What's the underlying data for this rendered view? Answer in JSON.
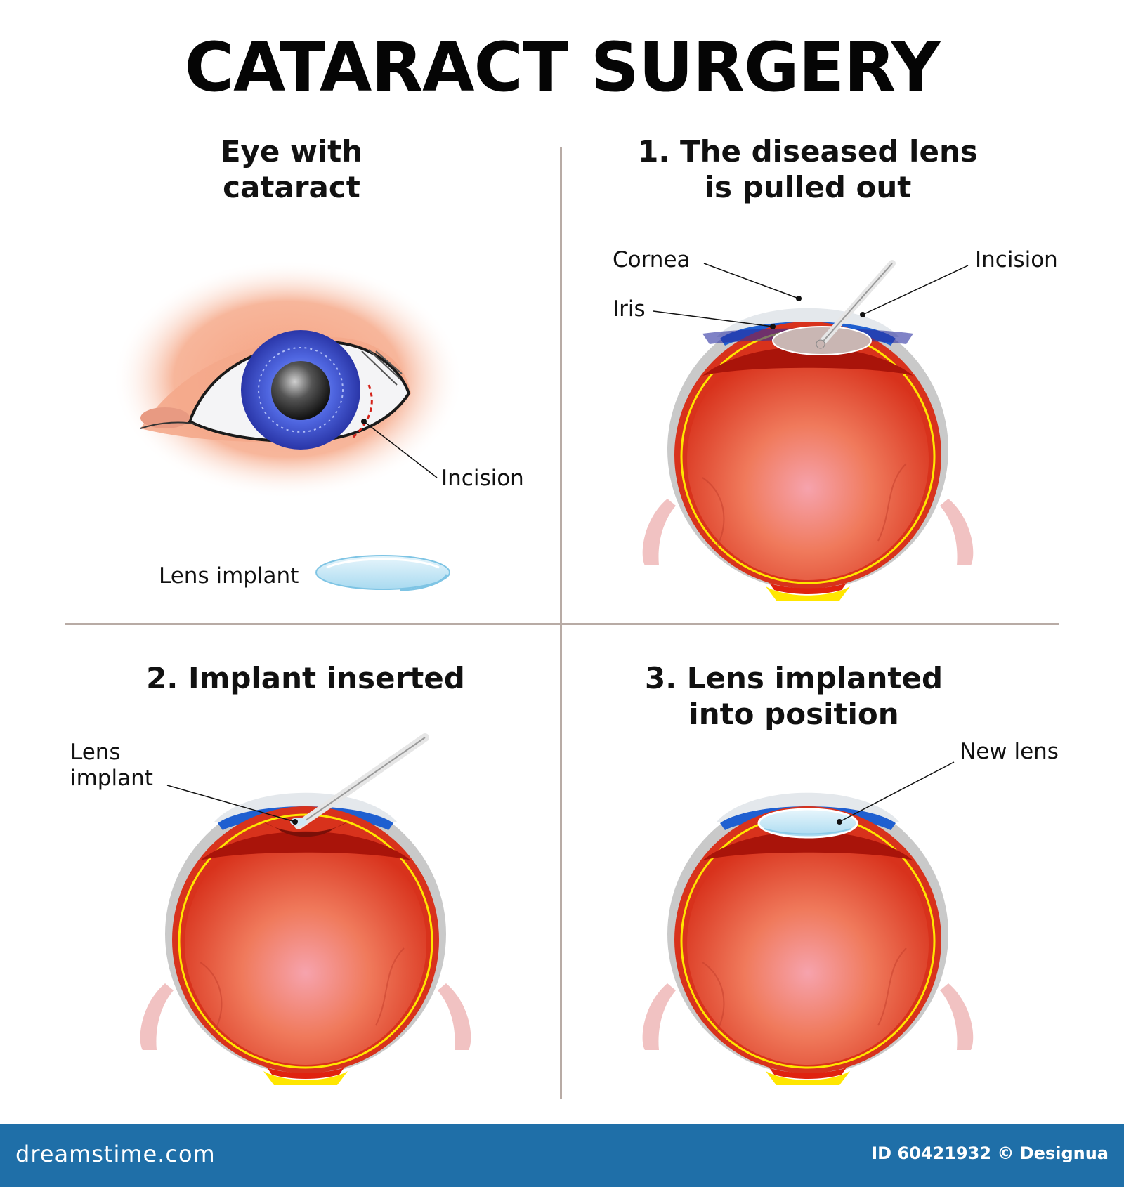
{
  "title": "CATARACT SURGERY",
  "panels": {
    "eye_with_cataract": {
      "title_line1": "Eye with",
      "title_line2": "cataract",
      "label_incision": "Incision",
      "label_lens_implant": "Lens implant"
    },
    "step1": {
      "title_line1": "1. The diseased lens",
      "title_line2": "is pulled out",
      "label_cornea": "Cornea",
      "label_iris": "Iris",
      "label_incision": "Incision"
    },
    "step2": {
      "title_line1": "2. Implant inserted",
      "label_lens_line1": "Lens",
      "label_lens_line2": "implant"
    },
    "step3": {
      "title_line1": "3. Lens implanted",
      "title_line2": "into position",
      "label_new_lens": "New lens"
    }
  },
  "footer": {
    "brand": "dreamstime.com",
    "credit": "ID 60421932 © Designua"
  },
  "colors": {
    "eyeball_red": "#d8321c",
    "vitreous_pink": "#f29a9a",
    "cornea_blue": "#1f5fd0",
    "iris_blue": "#2a45c8",
    "retina_yellow": "#ffe600",
    "footer_blue": "#1f6fa8"
  }
}
